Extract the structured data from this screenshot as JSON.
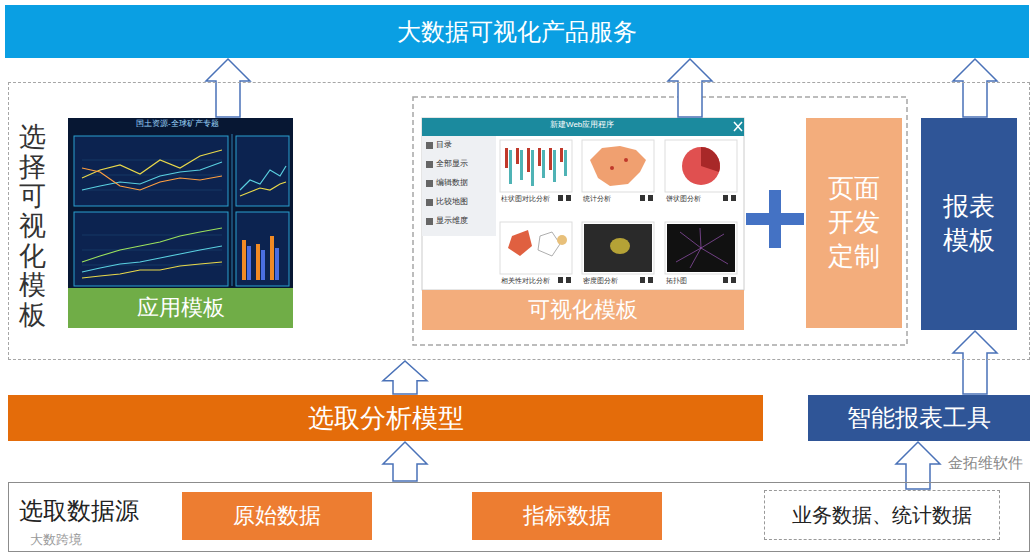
{
  "diagram": {
    "nodes": [
      {
        "text": [
          "大数据可视化产品服务"
        ]
      },
      {
        "text": [
          "选择可视化模板"
        ]
      },
      {
        "text": [
          "应用模板"
        ],
        "in": 1
      },
      {
        "text": [
          "可视化模板"
        ],
        "in": 1
      },
      {
        "text": [
          "页面开发定制"
        ],
        "in": 1
      },
      {
        "text": [
          "报表模板"
        ],
        "in": 1
      },
      {
        "text": [
          "选取分析模型"
        ]
      },
      {
        "text": [
          "智能报表工具"
        ]
      },
      {
        "text": [
          "选取数据源"
        ]
      },
      {
        "text": [
          "原始数据"
        ],
        "in": 8
      },
      {
        "text": [
          "指标数据"
        ],
        "in": 8
      },
      {
        "text": [
          "业务数据、统计数据"
        ],
        "in": 8
      }
    ],
    "edges": [
      {
        "from": 2,
        "to": 0,
        "arrow": "to"
      },
      {
        "from": 3,
        "to": 0,
        "arrow": "to"
      },
      {
        "from": 5,
        "to": 0,
        "arrow": "to"
      },
      {
        "from": 6,
        "to": 1,
        "arrow": "to"
      },
      {
        "from": 7,
        "to": 5,
        "arrow": "to"
      },
      {
        "from": 8,
        "to": 6,
        "arrow": "to"
      },
      {
        "from": 11,
        "to": 7,
        "arrow": "to"
      }
    ],
    "labels": [
      "国土资源-全球矿产专题",
      "新建Web应用程序",
      "目录",
      "全部显示",
      "编辑数据",
      "比较地图",
      "显示维度",
      "柱状图对比分析",
      "统计分析",
      "饼状图分析",
      "相关性对比分析",
      "密度图分析",
      "拓扑图",
      "金拓维软件",
      "大数跨境"
    ]
  }
}
